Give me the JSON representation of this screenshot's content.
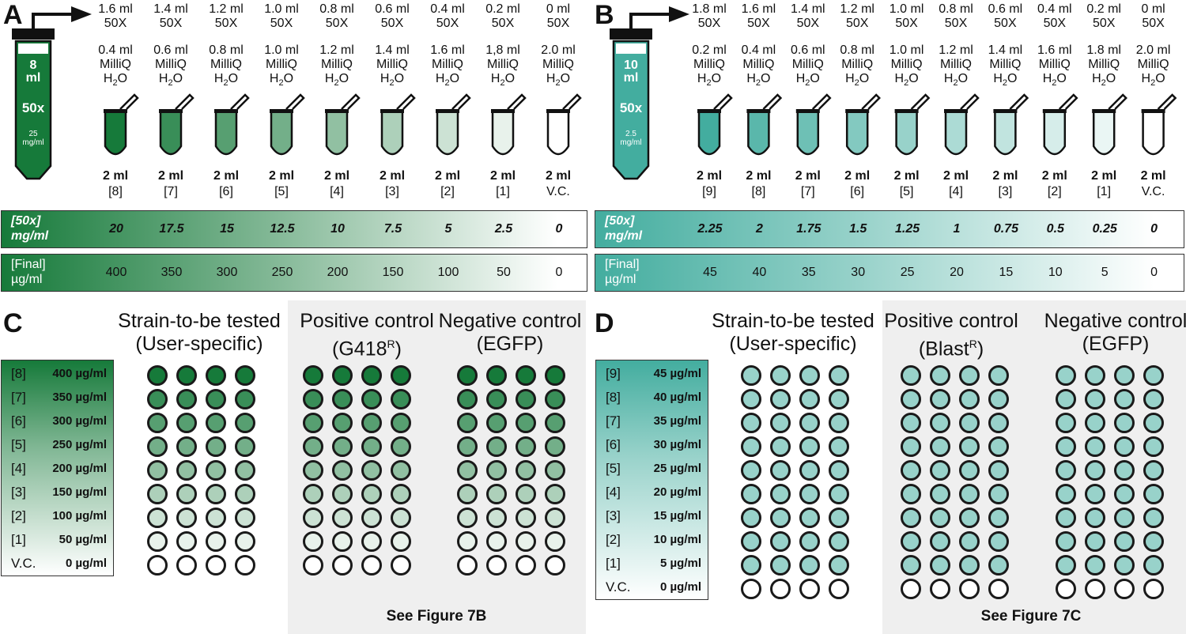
{
  "panels": {
    "A": {
      "letter": "A",
      "stock_tube": {
        "volume": "8",
        "unit": "ml",
        "conc_label": "50x",
        "conc_value": "25",
        "conc_unit": "mg/ml"
      },
      "steps": [
        {
          "stock": "1.6 ml",
          "stock_x": "50X",
          "water": "0.4 ml",
          "tube": "2 ml",
          "tag": "[8]",
          "mg": "20",
          "ug": "400",
          "fill": 1.0
        },
        {
          "stock": "1.4 ml",
          "stock_x": "50X",
          "water": "0.6 ml",
          "tube": "2 ml",
          "tag": "[7]",
          "mg": "17.5",
          "ug": "350",
          "fill": 0.85
        },
        {
          "stock": "1.2 ml",
          "stock_x": "50X",
          "water": "0.8 ml",
          "tube": "2 ml",
          "tag": "[6]",
          "mg": "15",
          "ug": "300",
          "fill": 0.72
        },
        {
          "stock": "1.0 ml",
          "stock_x": "50X",
          "water": "1.0 ml",
          "tube": "2 ml",
          "tag": "[5]",
          "mg": "12.5",
          "ug": "250",
          "fill": 0.6
        },
        {
          "stock": "0.8 ml",
          "stock_x": "50X",
          "water": "1.2 ml",
          "tube": "2 ml",
          "tag": "[4]",
          "mg": "10",
          "ug": "200",
          "fill": 0.47
        },
        {
          "stock": "0.6 ml",
          "stock_x": "50X",
          "water": "1.4 ml",
          "tube": "2 ml",
          "tag": "[3]",
          "mg": "7.5",
          "ug": "150",
          "fill": 0.35
        },
        {
          "stock": "0.4 ml",
          "stock_x": "50X",
          "water": "1.6 ml",
          "tube": "2 ml",
          "tag": "[2]",
          "mg": "5",
          "ug": "100",
          "fill": 0.22
        },
        {
          "stock": "0.2 ml",
          "stock_x": "50X",
          "water": "1,8 ml",
          "tube": "2 ml",
          "tag": "[1]",
          "mg": "2.5",
          "ug": "50",
          "fill": 0.1
        },
        {
          "stock": "0 ml",
          "stock_x": "50X",
          "water": "2.0 ml",
          "tube": "2 ml",
          "tag": "V.C.",
          "mg": "0",
          "ug": "0",
          "fill": 0.0
        }
      ]
    },
    "B": {
      "letter": "B",
      "stock_tube": {
        "volume": "10",
        "unit": "ml",
        "conc_label": "50x",
        "conc_value": "2.5",
        "conc_unit": "mg/ml"
      },
      "steps": [
        {
          "stock": "1.8 ml",
          "stock_x": "50X",
          "water": "0.2 ml",
          "tube": "2 ml",
          "tag": "[9]",
          "mg": "2.25",
          "ug": "45",
          "fill": 1.0
        },
        {
          "stock": "1.6 ml",
          "stock_x": "50X",
          "water": "0.4 ml",
          "tube": "2 ml",
          "tag": "[8]",
          "mg": "2",
          "ug": "40",
          "fill": 0.88
        },
        {
          "stock": "1.4 ml",
          "stock_x": "50X",
          "water": "0.6 ml",
          "tube": "2 ml",
          "tag": "[7]",
          "mg": "1.75",
          "ug": "35",
          "fill": 0.77
        },
        {
          "stock": "1.2 ml",
          "stock_x": "50X",
          "water": "0.8 ml",
          "tube": "2 ml",
          "tag": "[6]",
          "mg": "1.5",
          "ug": "30",
          "fill": 0.66
        },
        {
          "stock": "1.0 ml",
          "stock_x": "50X",
          "water": "1.0 ml",
          "tube": "2 ml",
          "tag": "[5]",
          "mg": "1.25",
          "ug": "25",
          "fill": 0.55
        },
        {
          "stock": "0.8 ml",
          "stock_x": "50X",
          "water": "1.2 ml",
          "tube": "2 ml",
          "tag": "[4]",
          "mg": "1",
          "ug": "20",
          "fill": 0.44
        },
        {
          "stock": "0.6 ml",
          "stock_x": "50X",
          "water": "1.4 ml",
          "tube": "2 ml",
          "tag": "[3]",
          "mg": "0.75",
          "ug": "15",
          "fill": 0.33
        },
        {
          "stock": "0.4 ml",
          "stock_x": "50X",
          "water": "1.6 ml",
          "tube": "2 ml",
          "tag": "[2]",
          "mg": "0.5",
          "ug": "10",
          "fill": 0.22
        },
        {
          "stock": "0.2 ml",
          "stock_x": "50X",
          "water": "1.8 ml",
          "tube": "2 ml",
          "tag": "[1]",
          "mg": "0.25",
          "ug": "5",
          "fill": 0.11
        },
        {
          "stock": "0 ml",
          "stock_x": "50X",
          "water": "2.0 ml",
          "tube": "2 ml",
          "tag": "V.C.",
          "mg": "0",
          "ug": "0",
          "fill": 0.0
        }
      ]
    },
    "C": {
      "letter": "C",
      "headers": {
        "strain_1": "Strain-to-be tested",
        "strain_2": "(User-specific)",
        "pos_1": "Positive control",
        "pos_2": "(G418",
        "pos_sup": "R",
        "pos_3": ")",
        "neg_1": "Negative control",
        "neg_2": "(EGFP)"
      },
      "rows": [
        {
          "tag": "[8]",
          "conc": "400 µg/ml",
          "fill": 1.0
        },
        {
          "tag": "[7]",
          "conc": "350 µg/ml",
          "fill": 0.85
        },
        {
          "tag": "[6]",
          "conc": "300 µg/ml",
          "fill": 0.72
        },
        {
          "tag": "[5]",
          "conc": "250 µg/ml",
          "fill": 0.6
        },
        {
          "tag": "[4]",
          "conc": "200 µg/ml",
          "fill": 0.47
        },
        {
          "tag": "[3]",
          "conc": "150 µg/ml",
          "fill": 0.35
        },
        {
          "tag": "[2]",
          "conc": "100 µg/ml",
          "fill": 0.22
        },
        {
          "tag": "[1]",
          "conc": "50 µg/ml",
          "fill": 0.1
        },
        {
          "tag": "V.C.",
          "conc": "0 µg/ml",
          "fill": 0.0
        }
      ],
      "see_figure": "See Figure 7B"
    },
    "D": {
      "letter": "D",
      "headers": {
        "strain_1": "Strain-to-be tested",
        "strain_2": "(User-specific)",
        "pos_1": "Positive control",
        "pos_2": "(Blast",
        "pos_sup": "R",
        "pos_3": ")",
        "neg_1": "Negative control",
        "neg_2": "(EGFP)"
      },
      "rows": [
        {
          "tag": "[9]",
          "conc": "45 µg/ml",
          "fill": 0.55
        },
        {
          "tag": "[8]",
          "conc": "40 µg/ml",
          "fill": 0.55
        },
        {
          "tag": "[7]",
          "conc": "35 µg/ml",
          "fill": 0.55
        },
        {
          "tag": "[6]",
          "conc": "30 µg/ml",
          "fill": 0.55
        },
        {
          "tag": "[5]",
          "conc": "25 µg/ml",
          "fill": 0.55
        },
        {
          "tag": "[4]",
          "conc": "20 µg/ml",
          "fill": 0.55
        },
        {
          "tag": "[3]",
          "conc": "15 µg/ml",
          "fill": 0.55
        },
        {
          "tag": "[2]",
          "conc": "10 µg/ml",
          "fill": 0.55
        },
        {
          "tag": "[1]",
          "conc": "5 µg/ml",
          "fill": 0.55
        },
        {
          "tag": "V.C.",
          "conc": "0 µg/ml",
          "fill": 0.0
        }
      ],
      "see_figure": "See Figure 7C"
    }
  },
  "labels": {
    "water": "MilliQ",
    "h2o_h": "H",
    "h2o_2": "2",
    "h2o_o": "O",
    "band_50x_1": "[50x]",
    "band_50x_2": "mg/ml",
    "band_final_1": "[Final]",
    "band_final_2": "µg/ml"
  },
  "colors": {
    "green": "#167a3a",
    "teal": "#43ad9f",
    "dark": "#1a1a1a"
  }
}
